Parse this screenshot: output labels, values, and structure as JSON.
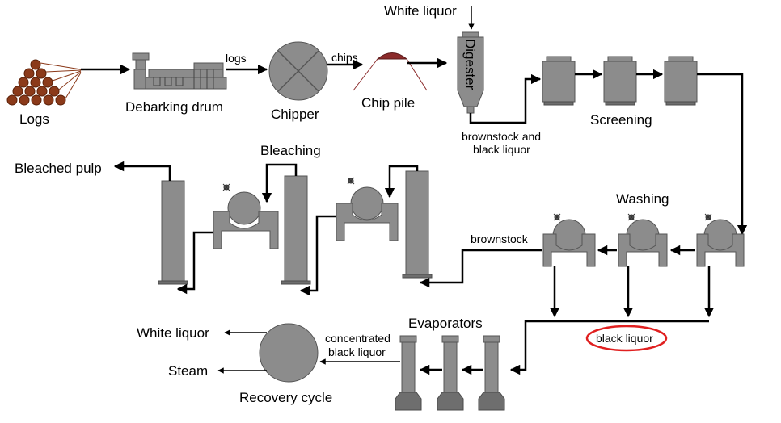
{
  "labels": {
    "logs": "Logs",
    "debarking_drum": "Debarking drum",
    "logs_flow": "logs",
    "chipper": "Chipper",
    "chips_flow": "chips",
    "chip_pile": "Chip pile",
    "white_liquor_in": "White liquor",
    "digester": "Digester",
    "brownstock_black_1": "brownstock and",
    "brownstock_black_2": "black liquor",
    "screening": "Screening",
    "bleaching": "Bleaching",
    "bleached_pulp": "Bleached pulp",
    "washing": "Washing",
    "brownstock": "brownstock",
    "black_liquor": "black liquor",
    "evaporators": "Evaporators",
    "concentrated_1": "concentrated",
    "concentrated_2": "black liquor",
    "white_liquor_out": "White liquor",
    "steam": "Steam",
    "recovery_cycle": "Recovery cycle"
  },
  "colors": {
    "equipment": "#8c8c8c",
    "equipment_dark": "#6e6e6e",
    "logs": "#8b3a1a",
    "chip_pile_top": "#8b2a2a",
    "highlight_ellipse": "#e02020"
  }
}
